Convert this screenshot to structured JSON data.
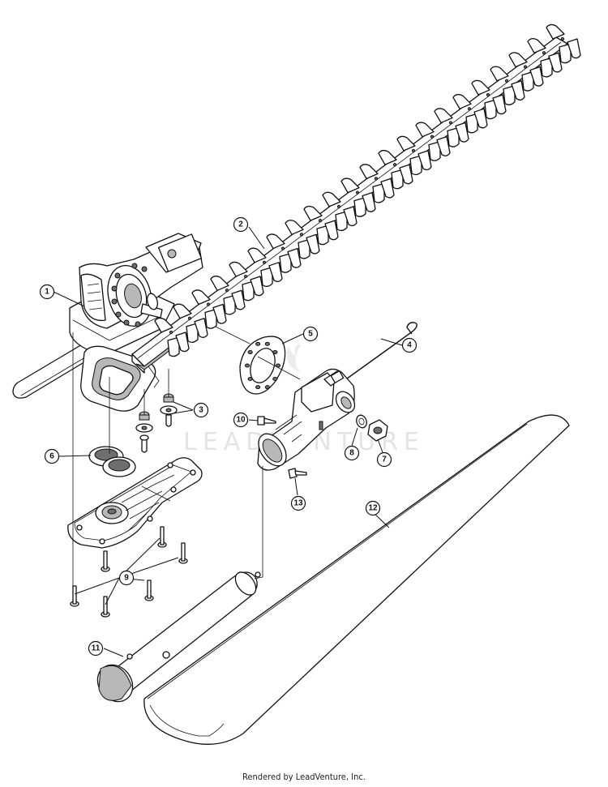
{
  "watermark": "LEADVENTURE",
  "callouts": [
    "1",
    "2",
    "3",
    "4",
    "5",
    "6",
    "7",
    "8",
    "9",
    "10",
    "11",
    "12",
    "13"
  ],
  "footer": "Rendered by LeadVenture, Inc."
}
